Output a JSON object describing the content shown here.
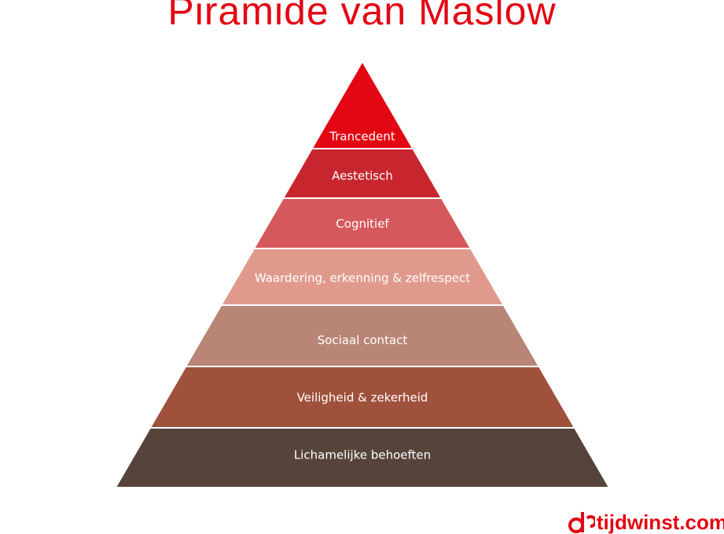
{
  "title": "Piramide van Maslow",
  "layers": [
    {
      "label": "Trancedent",
      "color": "#e30613"
    },
    {
      "label": "Aestetisch",
      "color": "#c8262f"
    },
    {
      "label": "Cognitief",
      "color": "#d4585c"
    },
    {
      "label": "Waardering, erkenning & zelfrespect",
      "color": "#e09a8d"
    },
    {
      "label": "Sociaal contact",
      "color": "#b98577"
    },
    {
      "label": "Veiligheid & zekerheid",
      "color": "#a0513c"
    },
    {
      "label": "Lichamelijke behoeften",
      "color": "#56443b"
    }
  ],
  "logo": {
    "text": "tijdwinst.com",
    "color": "#e30613"
  }
}
